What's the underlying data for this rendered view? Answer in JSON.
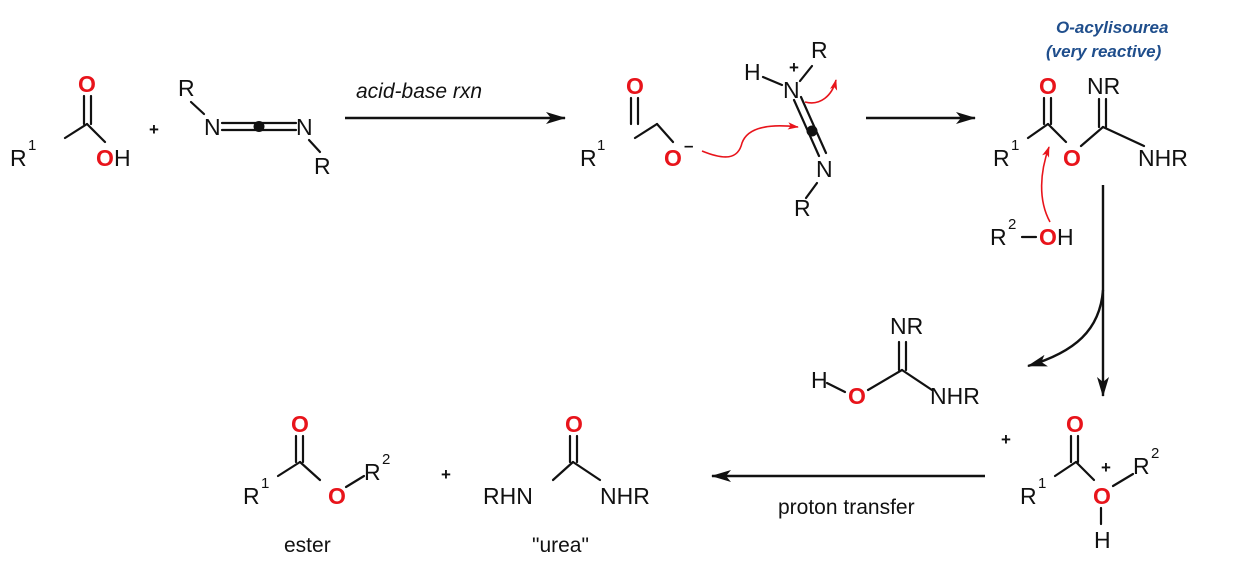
{
  "labels": {
    "r": "R",
    "r1": "R",
    "r2": "R",
    "sup1": "1",
    "sup2": "2",
    "o": "O",
    "h": "H",
    "n": "N",
    "nr": "NR",
    "nhr": "NHR",
    "rhn": "RHN",
    "plus": "+",
    "minus": "–"
  },
  "arrows": {
    "step1": "acid-base rxn",
    "step_last": "proton transfer"
  },
  "annotation": {
    "line1": "O-acylisourea",
    "line2": "(very reactive)"
  },
  "captions": {
    "ester": "ester",
    "urea": "\"urea\""
  },
  "colors": {
    "oxygen": "#e8141b",
    "annotation": "#1f4e8c",
    "mechanism_arrow": "#e8141b"
  }
}
